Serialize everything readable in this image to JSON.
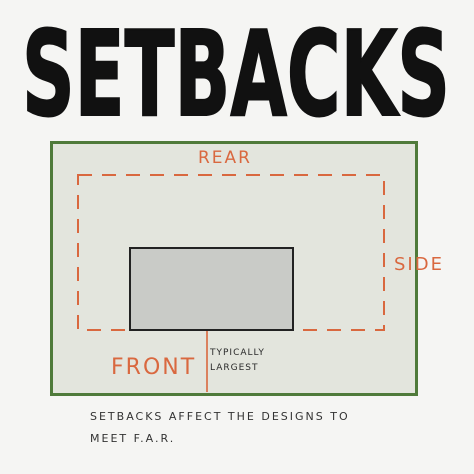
{
  "title": "SETBACKS",
  "labels": {
    "rear": "REAR",
    "side": "SIDE",
    "front": "FRONT",
    "front_note": "TYPICALLY LARGEST"
  },
  "caption": "SETBACKS AFFECT THE DESIGNS TO MEET F.A.R.",
  "colors": {
    "background": "#f5f5f3",
    "lot_fill": "#e3e5dd",
    "lot_border": "#4f7a3a",
    "setback_line": "#d9683f",
    "building_fill": "#c9cbc7",
    "building_border": "#222222",
    "ink": "#111111"
  }
}
